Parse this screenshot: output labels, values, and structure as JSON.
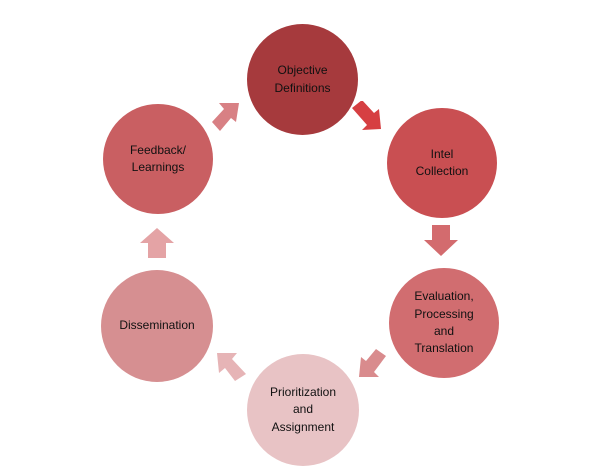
{
  "colors": {
    "step_1": "#a63a3d",
    "step_2": "#c94f52",
    "step_3": "#d16d70",
    "step_4": "#e8c3c5",
    "step_5": "#d68f91",
    "step_6": "#c95f62",
    "arrow_1": "#d63f42",
    "arrow_2": "#d36b6e",
    "arrow_3": "#d98b8d",
    "arrow_4": "#e6b4b6",
    "arrow_5": "#e4a3a5",
    "arrow_6": "#d88084"
  },
  "cycle": {
    "steps": [
      {
        "label": "Objective\nDefinitions"
      },
      {
        "label": "Intel\nCollection"
      },
      {
        "label": "Evaluation,\nProcessing\nand\nTranslation"
      },
      {
        "label": "Prioritization\nand\nAssignment"
      },
      {
        "label": "Dissemination"
      },
      {
        "label": "Feedback/\nLearnings"
      }
    ],
    "arrows": [
      {
        "icon": "arrow-icon"
      },
      {
        "icon": "arrow-icon"
      },
      {
        "icon": "arrow-icon"
      },
      {
        "icon": "arrow-icon"
      },
      {
        "icon": "arrow-icon"
      },
      {
        "icon": "arrow-icon"
      }
    ]
  }
}
